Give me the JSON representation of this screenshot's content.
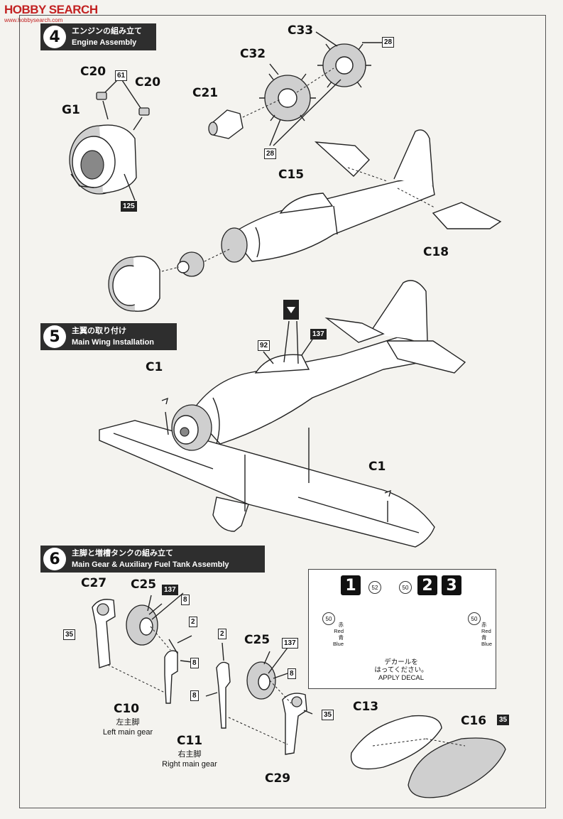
{
  "watermark": {
    "brand": "HOBBY SEARCH",
    "url": "www.hobbysearch.com"
  },
  "step4": {
    "number": "4",
    "title_jp": "エンジンの組み立て",
    "title_en": "Engine Assembly"
  },
  "step5": {
    "number": "5",
    "title_jp": "主翼の取り付け",
    "title_en": "Main Wing Installation"
  },
  "step6": {
    "number": "6",
    "title_jp": "主脚と増槽タンクの組み立て",
    "title_en": "Main Gear & Auxiliary Fuel Tank Assembly"
  },
  "parts": {
    "c33": "C33",
    "c32": "C32",
    "c21": "C21",
    "c20a": "C20",
    "c20b": "C20",
    "g1": "G1",
    "c15": "C15",
    "c18": "C18",
    "c1a": "C1",
    "c1b": "C1",
    "c27": "C27",
    "c25a": "C25",
    "c25b": "C25",
    "c10": "C10",
    "c11": "C11",
    "c29": "C29",
    "c13": "C13",
    "c16": "C16"
  },
  "tags": {
    "t28a": "28",
    "t61": "61",
    "t28b": "28",
    "t125": "125",
    "t92": "92",
    "t137a": "137",
    "t137b": "137",
    "t8a": "8",
    "t2a": "2",
    "t8b": "8",
    "t35a": "35",
    "t2b": "2",
    "t8c": "8",
    "t8d": "8",
    "t35b": "35",
    "t35c": "35"
  },
  "gear_labels": {
    "left_jp": "左主脚",
    "left_en": "Left main gear",
    "right_jp": "右主脚",
    "right_en": "Right main gear"
  },
  "decal": {
    "badge1": "1",
    "badge2": "2",
    "badge3": "3",
    "n52": "52",
    "n50a": "50",
    "n50b": "50",
    "n50c": "50",
    "red_jp_l": "赤",
    "red_en_l": "Red",
    "blue_jp_l": "青",
    "blue_en_l": "Blue",
    "red_jp_r": "赤",
    "red_en_r": "Red",
    "blue_jp_r": "青",
    "blue_en_r": "Blue",
    "note_jp_1": "デカールを",
    "note_jp_2": "はってください。",
    "note_en": "APPLY DECAL"
  }
}
